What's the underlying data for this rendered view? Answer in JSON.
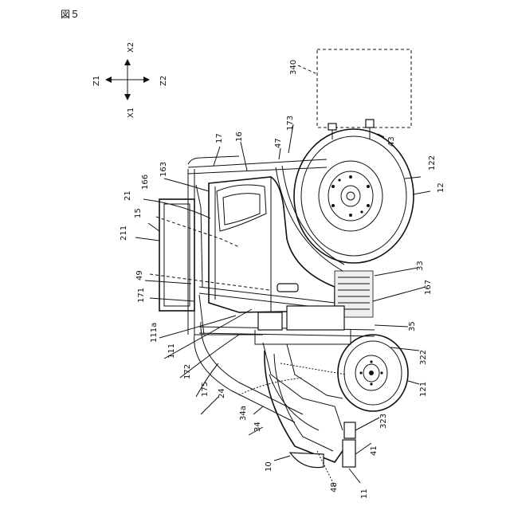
{
  "figure": {
    "title": "図５"
  },
  "axes": {
    "x_up": "X2",
    "x_down": "X1",
    "z_left": "Z1",
    "z_right": "Z2"
  },
  "labels": [
    "340",
    "43",
    "173",
    "47",
    "16",
    "17",
    "122",
    "12",
    "163",
    "166",
    "21",
    "15",
    "211",
    "49",
    "33",
    "167",
    "171",
    "111a",
    "111",
    "35",
    "322",
    "172",
    "175",
    "24",
    "121",
    "34a",
    "34",
    "323",
    "41",
    "10",
    "48",
    "11"
  ]
}
